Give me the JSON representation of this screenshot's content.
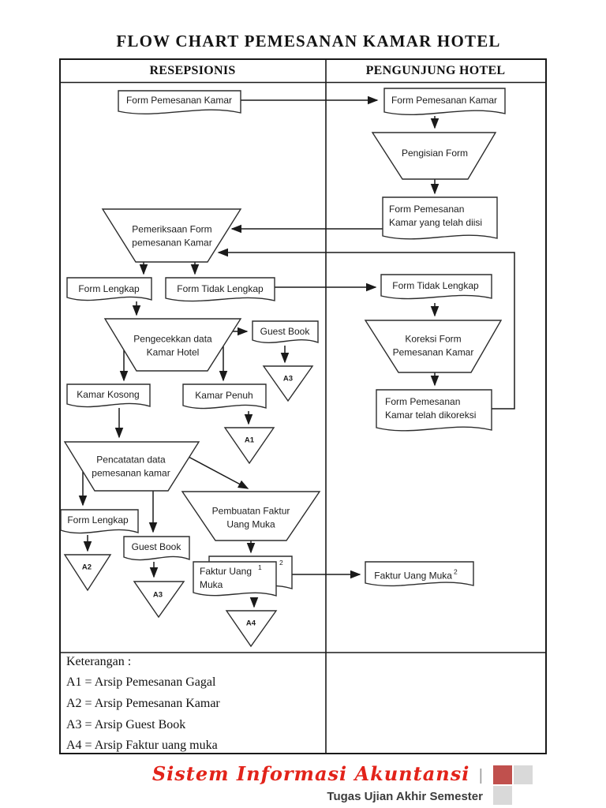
{
  "title": "FLOW CHART PEMESANAN KAMAR HOTEL",
  "table": {
    "columns": [
      {
        "label": "RESEPSIONIS"
      },
      {
        "label": "PENGUNJUNG HOTEL"
      }
    ]
  },
  "flow": {
    "resepsionis": {
      "form_pemesanan_kamar": "Form Pemesanan Kamar",
      "pemeriksaan_form": [
        "Pemeriksaan Form",
        "pemesanan Kamar"
      ],
      "form_lengkap_1": "Form Lengkap",
      "form_tidak_lengkap": "Form Tidak Lengkap",
      "pengecekan_data": [
        "Pengecekkan data",
        "Kamar Hotel"
      ],
      "guest_book_1": "Guest Book",
      "arsip_a3_1": "A3",
      "kamar_kosong": "Kamar Kosong",
      "kamar_penuh": "Kamar Penuh",
      "arsip_a1": "A1",
      "pencatatan_data": [
        "Pencatatan data",
        "pemesanan kamar"
      ],
      "form_lengkap_2": "Form Lengkap",
      "arsip_a2": "A2",
      "guest_book_2": "Guest Book",
      "arsip_a3_2": "A3",
      "pembuatan_faktur": [
        "Pembuatan Faktur",
        "Uang Muka"
      ],
      "faktur_uang_muka": [
        "Faktur Uang",
        "Muka"
      ],
      "faktur_copy_1": "1",
      "faktur_copy_2": "2",
      "arsip_a4": "A4"
    },
    "pengunjung": {
      "form_pemesanan_kamar": "Form Pemesanan Kamar",
      "pengisian_form": "Pengisian Form",
      "form_telah_diisi": [
        "Form Pemesanan",
        "Kamar yang telah diisi"
      ],
      "form_tidak_lengkap": "Form Tidak Lengkap",
      "koreksi_form": [
        "Koreksi Form",
        "Pemesanan Kamar"
      ],
      "form_telah_dikoreksi": [
        "Form Pemesanan",
        "Kamar telah dikoreksi"
      ],
      "faktur_uang_muka": "Faktur Uang Muka",
      "faktur_copy": "2"
    },
    "edges": [
      [
        "resepsionis.form_pemesanan_kamar",
        "pengunjung.form_pemesanan_kamar"
      ],
      [
        "pengunjung.form_pemesanan_kamar",
        "pengunjung.pengisian_form"
      ],
      [
        "pengunjung.pengisian_form",
        "pengunjung.form_telah_diisi"
      ],
      [
        "pengunjung.form_telah_diisi",
        "resepsionis.pemeriksaan_form"
      ],
      [
        "pengunjung.form_telah_dikoreksi",
        "resepsionis.pemeriksaan_form"
      ],
      [
        "resepsionis.pemeriksaan_form",
        "resepsionis.form_lengkap_1"
      ],
      [
        "resepsionis.pemeriksaan_form",
        "resepsionis.form_tidak_lengkap"
      ],
      [
        "resepsionis.form_tidak_lengkap",
        "pengunjung.form_tidak_lengkap"
      ],
      [
        "pengunjung.form_tidak_lengkap",
        "pengunjung.koreksi_form"
      ],
      [
        "pengunjung.koreksi_form",
        "pengunjung.form_telah_dikoreksi"
      ],
      [
        "resepsionis.form_lengkap_1",
        "resepsionis.pengecekan_data"
      ],
      [
        "resepsionis.pengecekan_data",
        "resepsionis.guest_book_1"
      ],
      [
        "resepsionis.guest_book_1",
        "resepsionis.arsip_a3_1"
      ],
      [
        "resepsionis.pengecekan_data",
        "resepsionis.kamar_kosong"
      ],
      [
        "resepsionis.pengecekan_data",
        "resepsionis.kamar_penuh"
      ],
      [
        "resepsionis.kamar_penuh",
        "resepsionis.arsip_a1"
      ],
      [
        "resepsionis.kamar_kosong",
        "resepsionis.pencatatan_data"
      ],
      [
        "resepsionis.pencatatan_data",
        "resepsionis.form_lengkap_2"
      ],
      [
        "resepsionis.form_lengkap_2",
        "resepsionis.arsip_a2"
      ],
      [
        "resepsionis.pencatatan_data",
        "resepsionis.guest_book_2"
      ],
      [
        "resepsionis.guest_book_2",
        "resepsionis.arsip_a3_2"
      ],
      [
        "resepsionis.pencatatan_data",
        "resepsionis.pembuatan_faktur"
      ],
      [
        "resepsionis.pembuatan_faktur",
        "resepsionis.faktur_uang_muka"
      ],
      [
        "resepsionis.faktur_uang_muka",
        "pengunjung.faktur_uang_muka"
      ],
      [
        "resepsionis.faktur_uang_muka",
        "resepsionis.arsip_a4"
      ]
    ]
  },
  "legend": {
    "title": "Keterangan :",
    "items": [
      "A1 = Arsip Pemesanan Gagal",
      "A2 = Arsip Pemesanan Kamar",
      "A3 = Arsip Guest Book",
      "A4 = Arsip Faktur uang muka"
    ]
  },
  "footer": {
    "brand": "Sistem Informasi Akuntansi",
    "separator": "|",
    "course": "Tugas Ujian Akhir Semester"
  },
  "colors": {
    "brand_red": "#e2231a",
    "logo_red": "#c0504d",
    "logo_gray": "#d9d9d9"
  }
}
